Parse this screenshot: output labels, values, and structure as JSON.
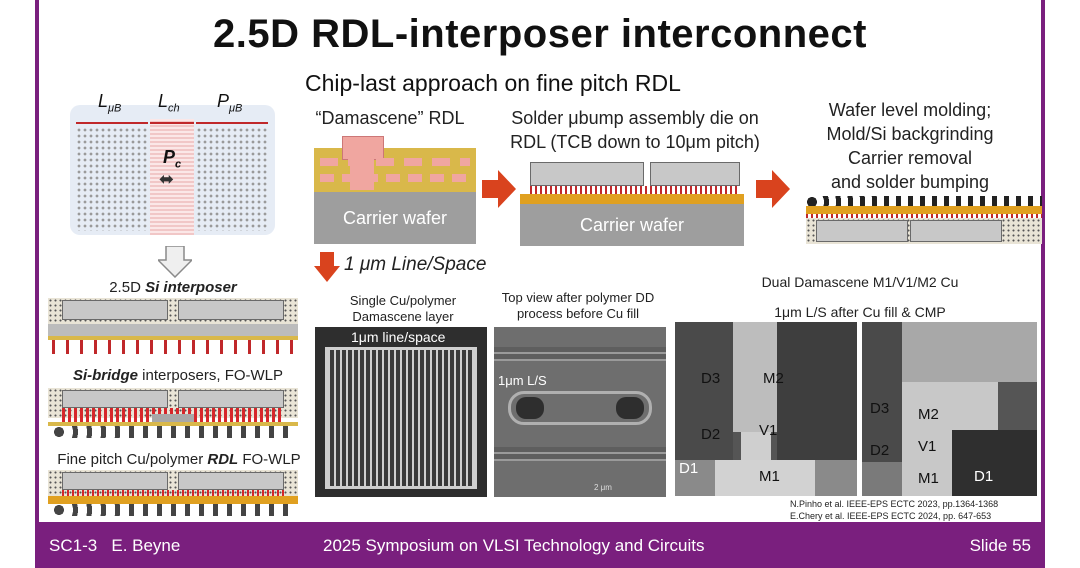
{
  "title": "2.5D RDL-interposer interconnect",
  "subtitle": "Chip-last approach on fine pitch RDL",
  "pitch_diagram": {
    "l_ub": "L",
    "l_ub_sub": "μB",
    "l_ch": "L",
    "l_ch_sub": "ch",
    "p_ub": "P",
    "p_ub_sub": "μB",
    "p_c": "P",
    "p_c_sub": "c",
    "p_c_arrow": "⬌"
  },
  "left_labels": {
    "si_interposer_prefix": "2.5D ",
    "si_interposer_bold": "Si interposer",
    "si_bridge_bold": "Si-bridge",
    "si_bridge_suffix": " interposers, FO-WLP",
    "fine_pitch_prefix": "Fine pitch Cu/polymer ",
    "fine_pitch_bold": "RDL",
    "fine_pitch_suffix": " FO-WLP"
  },
  "process": {
    "step1_label": "“Damascene” RDL",
    "step1_wafer": "Carrier wafer",
    "step2_label_line1": "Solder μbump assembly die on",
    "step2_label_line2": "RDL (TCB down to 10μm pitch)",
    "step2_wafer": "Carrier wafer",
    "step3_line1": "Wafer level molding;",
    "step3_line2": "Mold/Si backgrinding",
    "step3_line3": "Carrier removal",
    "step3_line4": "and solder bumping"
  },
  "line_space_label": "1 μm Line/Space",
  "images": {
    "img1_caption_line1": "Single Cu/polymer",
    "img1_caption_line2": "Damascene layer",
    "img1_overlay": "1μm line/space",
    "img2_caption_line1": "Top view after polymer DD",
    "img2_caption_line2": "process before Cu fill",
    "img2_overlay": "1μm L/S",
    "img2_scale": "2 μm",
    "dd_title": "Dual Damascene M1/V1/M2 Cu",
    "dd_subtitle": "1μm L/S after Cu fill & CMP",
    "img3": {
      "d3": "D3",
      "m2": "M2",
      "d2": "D2",
      "v1": "V1",
      "d1": "D1",
      "m1": "M1"
    },
    "img4": {
      "d3": "D3",
      "m2": "M2",
      "d2": "D2",
      "v1": "V1",
      "m1": "M1",
      "d1": "D1"
    }
  },
  "references": {
    "ref1": "N.Pinho et al. IEEE-EPS ECTC 2023, pp.1364-1368",
    "ref2": "E.Chery et al. IEEE-EPS ECTC 2024, pp. 647-653"
  },
  "footer": {
    "left": "SC1-3   E. Beyne",
    "center": "2025 Symposium on VLSI Technology and Circuits",
    "right": "Slide 55"
  },
  "colors": {
    "frame": "#7a1f7e",
    "arrow": "#d9431e",
    "copper": "#e8a08a",
    "polymer": "#d9b84a"
  }
}
